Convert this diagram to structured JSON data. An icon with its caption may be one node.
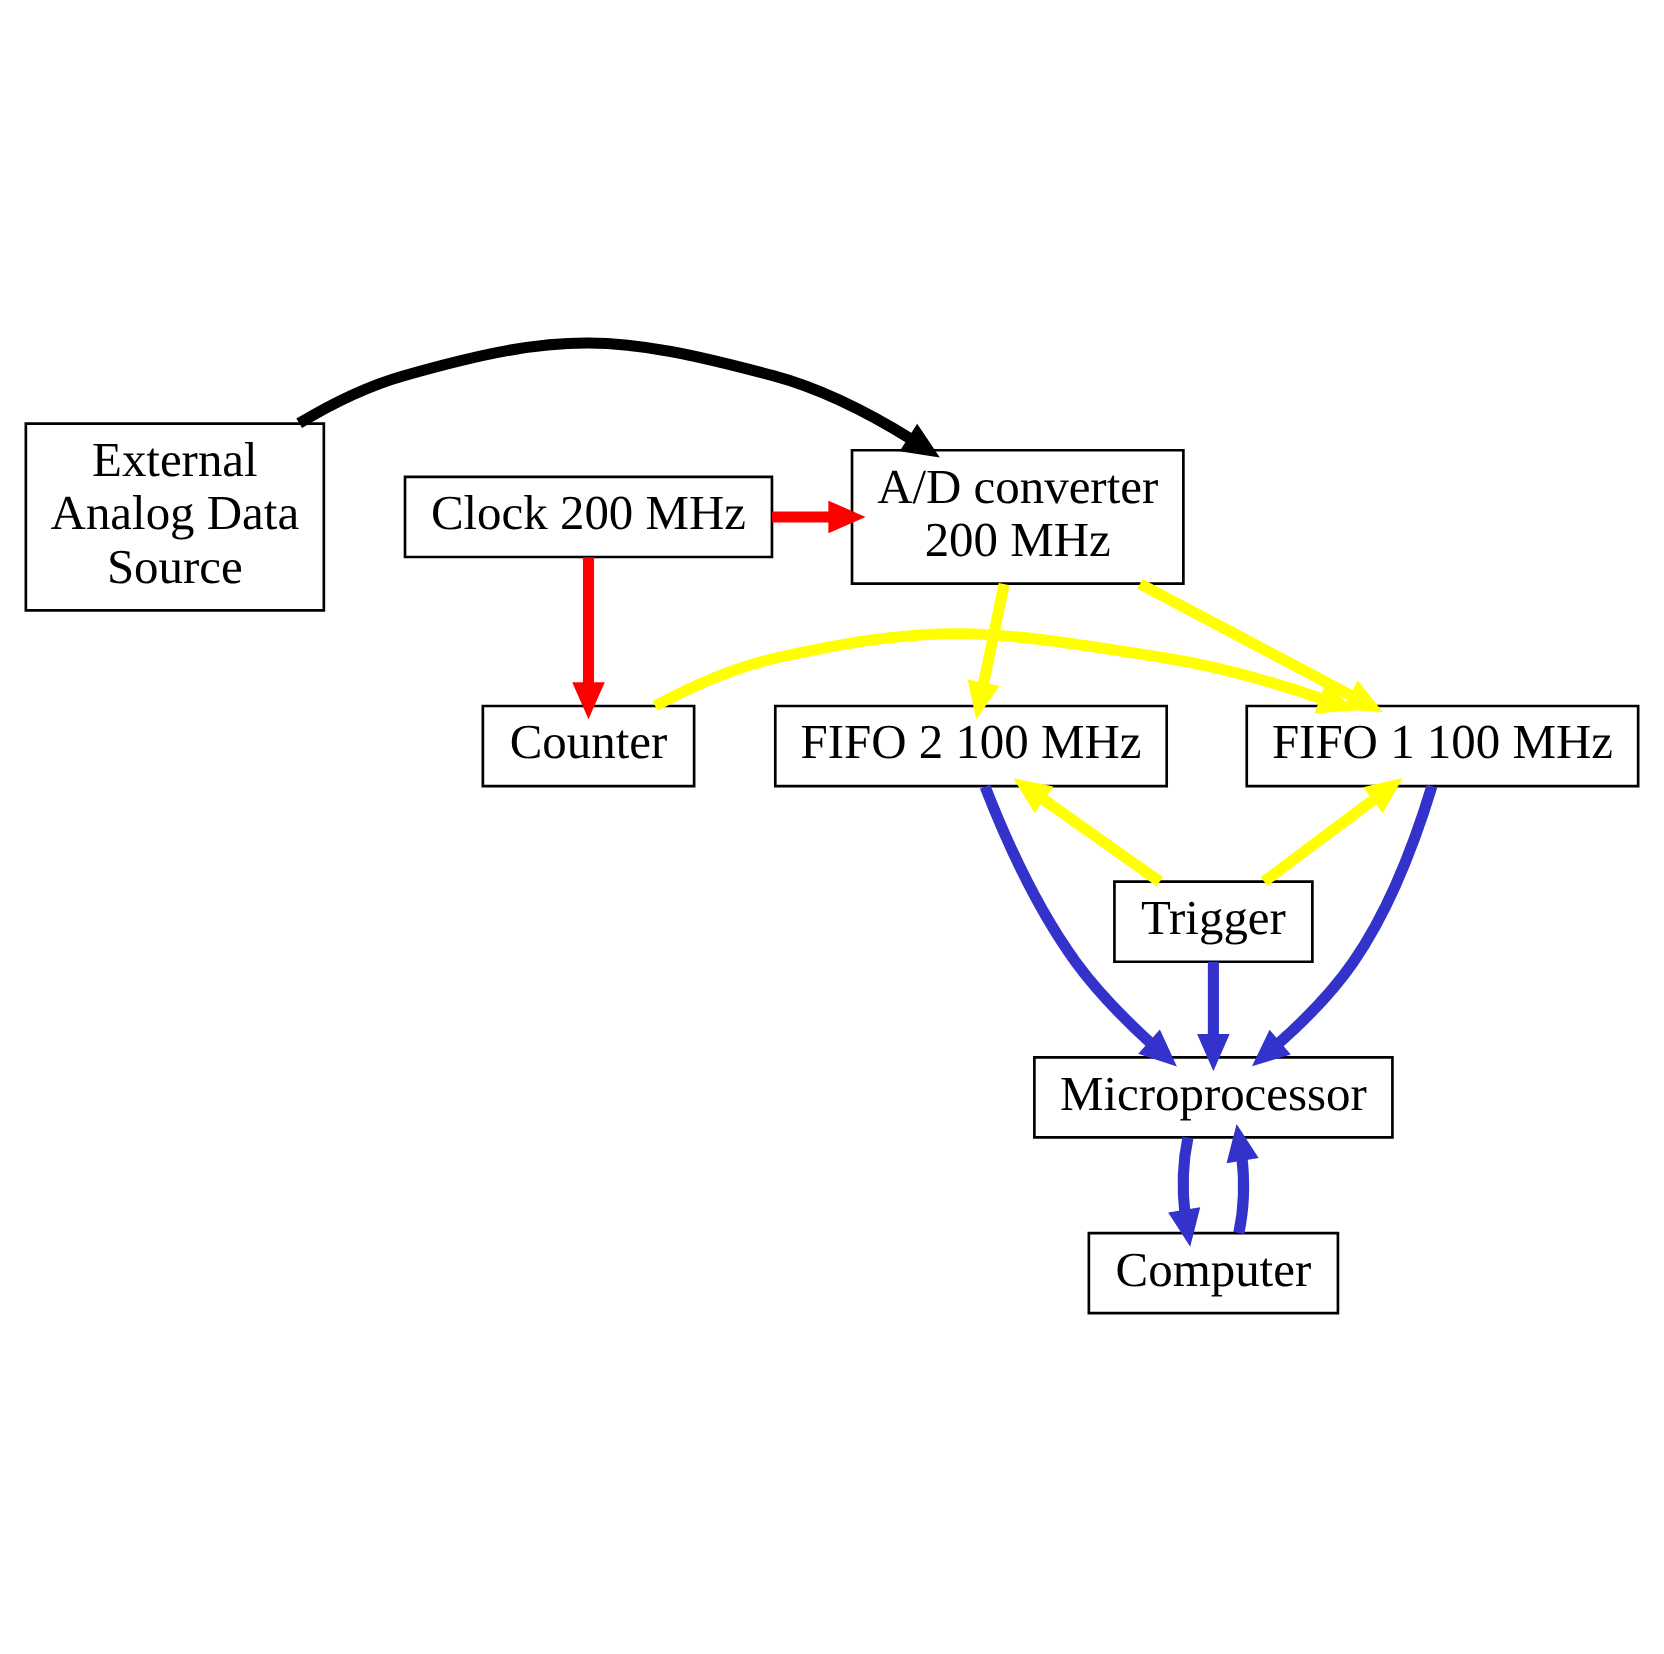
{
  "diagram": {
    "nodes": [
      {
        "text": [
          "External Analog Data Source"
        ]
      },
      {
        "text": [
          "A/D converter 200 MHz"
        ]
      },
      {
        "text": [
          "Clock 200 MHz"
        ]
      },
      {
        "text": [
          "Counter"
        ]
      },
      {
        "text": [
          "FIFO 1 100 MHz"
        ]
      },
      {
        "text": [
          "FIFO 2 100 MHz"
        ]
      },
      {
        "text": [
          "Trigger"
        ]
      },
      {
        "text": [
          "Microprocessor"
        ]
      },
      {
        "text": [
          "Computer"
        ]
      }
    ],
    "edges": [
      {
        "from": 0,
        "to": 1,
        "arrow": "to",
        "color": "#000000"
      },
      {
        "from": 2,
        "to": 1,
        "arrow": "to",
        "color": "#ff0000"
      },
      {
        "from": 2,
        "to": 3,
        "arrow": "to",
        "color": "#ff0000"
      },
      {
        "from": 1,
        "to": 4,
        "arrow": "to",
        "color": "#ffff00"
      },
      {
        "from": 1,
        "to": 5,
        "arrow": "to",
        "color": "#ffff00"
      },
      {
        "from": 3,
        "to": 4,
        "arrow": "to",
        "color": "#ffff00"
      },
      {
        "from": 6,
        "to": 4,
        "arrow": "to",
        "color": "#ffff00"
      },
      {
        "from": 6,
        "to": 5,
        "arrow": "to",
        "color": "#ffff00"
      },
      {
        "from": 4,
        "to": 7,
        "arrow": "to",
        "color": "#3333cc"
      },
      {
        "from": 6,
        "to": 7,
        "arrow": "to",
        "color": "#3333cc"
      },
      {
        "from": 5,
        "to": 7,
        "arrow": "to",
        "color": "#3333cc"
      },
      {
        "from": 8,
        "to": 7,
        "arrow": "to",
        "color": "#3333cc"
      },
      {
        "from": 7,
        "to": 8,
        "arrow": "to",
        "color": "#3333cc"
      }
    ]
  }
}
